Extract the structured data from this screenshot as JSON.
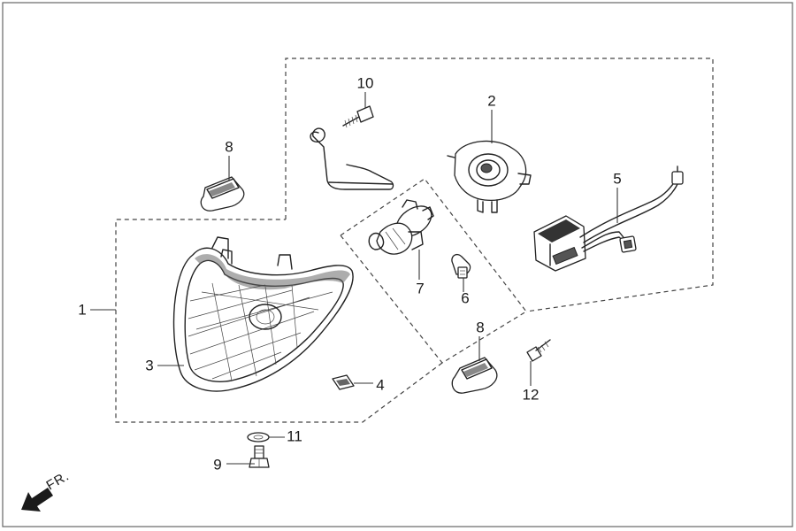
{
  "direction_label": "FR.",
  "parts": [
    {
      "id": "headlight-assembly",
      "number": "1"
    },
    {
      "id": "bulb-socket-holder",
      "number": "2"
    },
    {
      "id": "headlight-lens",
      "number": "3"
    },
    {
      "id": "clip-nut",
      "number": "4"
    },
    {
      "id": "wire-harness",
      "number": "5"
    },
    {
      "id": "position-bulb",
      "number": "6"
    },
    {
      "id": "headlight-bulb",
      "number": "7"
    },
    {
      "id": "rubber-clamp-upper",
      "number": "8"
    },
    {
      "id": "rubber-clamp-lower",
      "number": "8"
    },
    {
      "id": "bolt-lower",
      "number": "9"
    },
    {
      "id": "screw-top",
      "number": "10"
    },
    {
      "id": "washer",
      "number": "11"
    },
    {
      "id": "screw-right",
      "number": "12"
    }
  ]
}
